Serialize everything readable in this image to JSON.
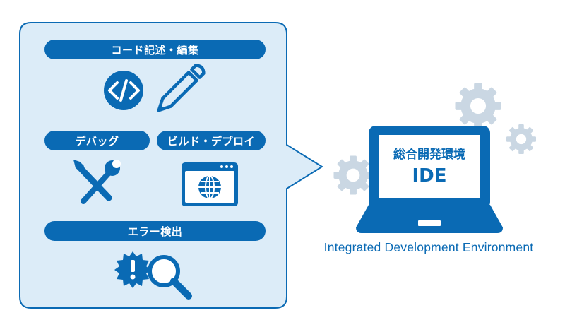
{
  "features": {
    "code_editing": "コード記述・編集",
    "debugging": "デバッグ",
    "build_deploy": "ビルド・デプロイ",
    "error_detection": "エラー検出"
  },
  "ide": {
    "title_ja": "総合開発環境",
    "abbreviation": "IDE",
    "full_name": "Integrated Development Environment"
  },
  "icons": {
    "code": "code-brackets-icon",
    "pencil": "pencil-icon",
    "tools": "wrench-screwdriver-icon",
    "web": "browser-globe-icon",
    "error": "alert-magnifier-icon",
    "gears": "gear-icon"
  },
  "colors": {
    "primary": "#0a6ab4",
    "panel_fill": "#dcecf8",
    "gear": "#cad7e3"
  }
}
